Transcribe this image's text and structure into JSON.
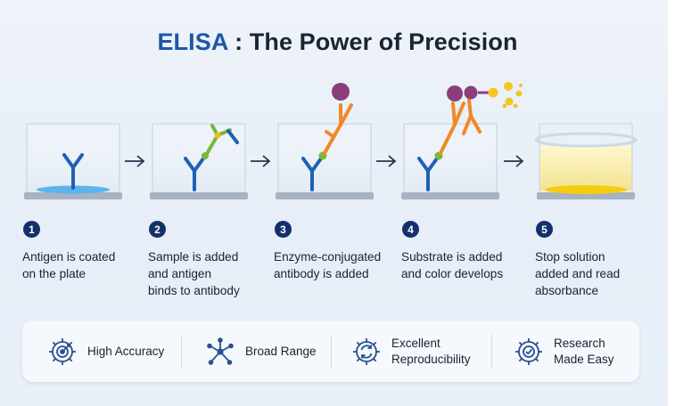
{
  "title": {
    "prefix": "ELISA",
    "rest": " : The Power of Precision"
  },
  "steps": [
    {
      "number": "1",
      "text": "Antigen is coated\non the plate"
    },
    {
      "number": "2",
      "text": "Sample is added\nand antigen\nbinds to antibody"
    },
    {
      "number": "3",
      "text": "Enzyme-conjugated\nantibody is added"
    },
    {
      "number": "4",
      "text": "Substrate is added\nand color develops"
    },
    {
      "number": "5",
      "text": "Stop solution\nadded and read\nabsorbance"
    }
  ],
  "benefits": [
    {
      "label": "High Accuracy",
      "icon": "gear-target-icon"
    },
    {
      "label": "Broad Range",
      "icon": "network-nodes-icon"
    },
    {
      "label": "Excellent\nReproducibility",
      "icon": "gear-refresh-icon"
    },
    {
      "label": "Research\nMade Easy",
      "icon": "gear-check-icon"
    }
  ],
  "colors": {
    "title_accent": "#1d58a8",
    "antibody_blue": "#1f5fb8",
    "antibody_orange": "#f0892a",
    "antigen_green": "#79b83a",
    "enzyme_purple": "#8a3f7a",
    "substrate_yellow": "#f3c623",
    "well_blue": "#5bb4ec",
    "step_badge": "#13306a"
  }
}
